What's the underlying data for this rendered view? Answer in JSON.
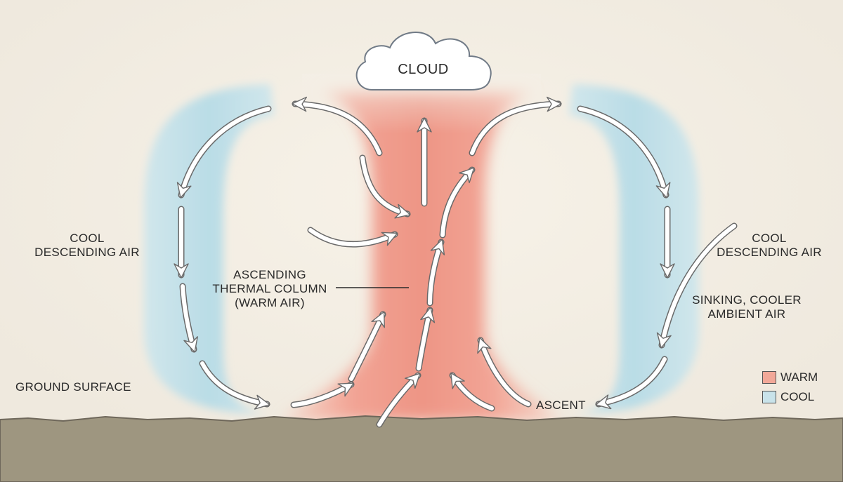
{
  "labels": {
    "cloud": "CLOUD",
    "cool_left_line1": "COOL",
    "cool_left_line2": "DESCENDING AIR",
    "cool_right_line1": "COOL",
    "cool_right_line2": "DESCENDING AIR",
    "ascending_line1": "ASCENDING",
    "ascending_line2": "THERMAL COLUMN",
    "ascending_line3": "(WARM AIR)",
    "sinking_line1": "SINKING, COOLER",
    "sinking_line2": "AMBIENT AIR",
    "ground": "GROUND SURFACE",
    "ascent": "ASCENT"
  },
  "legend": {
    "warm_label": "WARM",
    "cool_label": "COOL",
    "warm_color": "#f2a898",
    "cool_color": "#c9e3ea"
  },
  "colors": {
    "background": "#f4efe6",
    "ground": "#9e9680",
    "warm_column": "#f19a8c",
    "cool_band": "#b9dce6",
    "arrow": "#ffffff"
  }
}
